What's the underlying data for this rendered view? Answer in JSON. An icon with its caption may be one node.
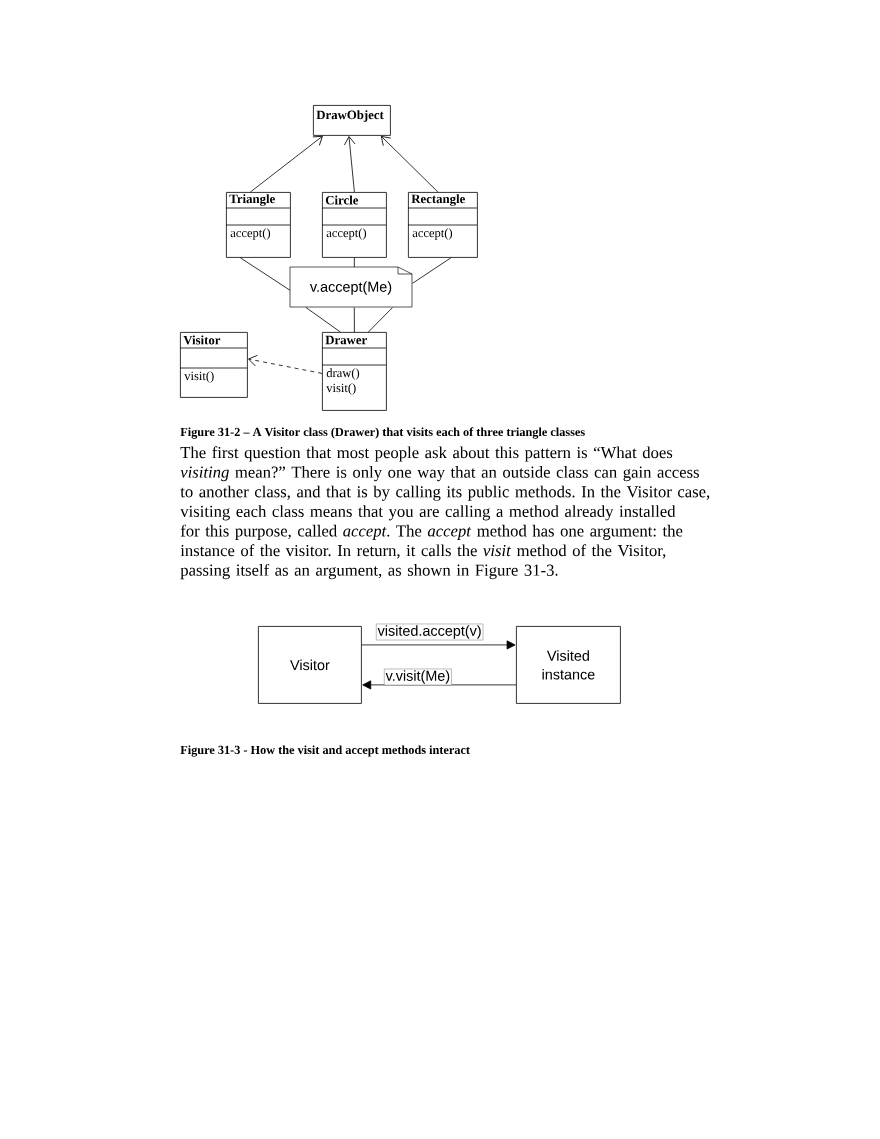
{
  "diagram": {
    "nodes": [
      {
        "text": [
          "DrawObject"
        ]
      },
      {
        "text": [
          "Triangle",
          "accept()"
        ]
      },
      {
        "text": [
          "Circle",
          "accept()"
        ]
      },
      {
        "text": [
          "Rectangle",
          "accept()"
        ]
      },
      {
        "text": [
          "v.accept(Me)"
        ]
      },
      {
        "text": [
          "Visitor",
          "visit()"
        ]
      },
      {
        "text": [
          "Drawer",
          "draw()",
          "visit()"
        ]
      },
      {
        "text": [
          "Visitor"
        ]
      },
      {
        "text": [
          "Visited instance"
        ]
      }
    ],
    "edges": [
      {
        "from": 1,
        "to": 0,
        "arrow": "to"
      },
      {
        "from": 2,
        "to": 0,
        "arrow": "to"
      },
      {
        "from": 3,
        "to": 0,
        "arrow": "to"
      },
      {
        "from": 1,
        "to": 4,
        "arrow": "none"
      },
      {
        "from": 2,
        "to": 4,
        "arrow": "none"
      },
      {
        "from": 3,
        "to": 4,
        "arrow": "none"
      },
      {
        "from": 4,
        "to": 6,
        "arrow": "none"
      },
      {
        "from": 4,
        "to": 6,
        "arrow": "none"
      },
      {
        "from": 4,
        "to": 6,
        "arrow": "none"
      },
      {
        "from": 6,
        "to": 5,
        "arrow": "to",
        "style": "dashed"
      },
      {
        "from": 7,
        "to": 8,
        "arrow": "to",
        "label": "visited.accept(v)"
      },
      {
        "from": 8,
        "to": 7,
        "arrow": "to",
        "label": "v.visit(Me)"
      }
    ],
    "labels": [
      "Figure 31-2 – A Visitor class (Drawer) that visits each of three triangle classes",
      "The first question that most people ask about this pattern is “What does *visiting* mean?” There is only one way that an outside class can gain access to another class, and that is by calling its public methods. In the Visitor case, visiting each class means that you are calling a method already installed for this purpose, called *accept*. The *accept* method has one argument: the instance of the visitor. In return, it calls the *visit* method of the Visitor, passing itself as an argument, as shown in Figure 31-3.",
      "Figure 31-3 - How the visit and accept methods interact"
    ]
  }
}
